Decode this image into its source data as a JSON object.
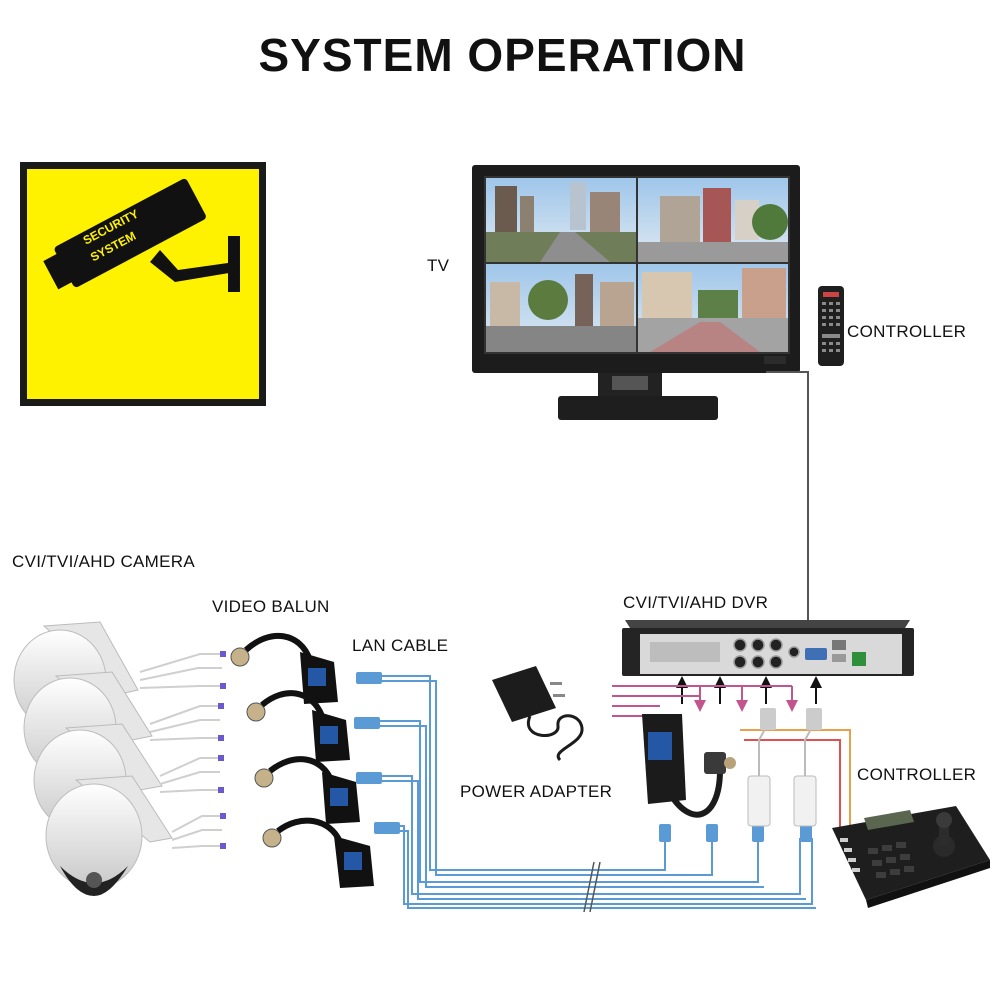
{
  "title": "SYSTEM OPERATION",
  "sign": {
    "line1": "SECURITY",
    "line2": "SYSTEM"
  },
  "labels": {
    "tv": "TV",
    "remote_controller": "CONTROLLER",
    "camera": "CVI/TVI/AHD CAMERA",
    "video_balun": "VIDEO BALUN",
    "lan_cable": "LAN CABLE",
    "dvr": "CVI/TVI/AHD DVR",
    "power_adapter": "POWER ADAPTER",
    "keyboard_controller": "CONTROLLER"
  },
  "colors": {
    "sign_yellow": "#FFF200",
    "lan_blue": "#5B9BD5",
    "power_pink": "#C2558E",
    "rs485_orange": "#E8A04A",
    "rs485_red": "#E05050",
    "device_black": "#1A1A1A"
  },
  "icons": [
    "security-camera-icon",
    "monitor-icon",
    "remote-icon",
    "dvr-icon",
    "dome-camera-icon",
    "balun-icon",
    "power-adapter-icon",
    "ptz-keyboard-icon"
  ]
}
